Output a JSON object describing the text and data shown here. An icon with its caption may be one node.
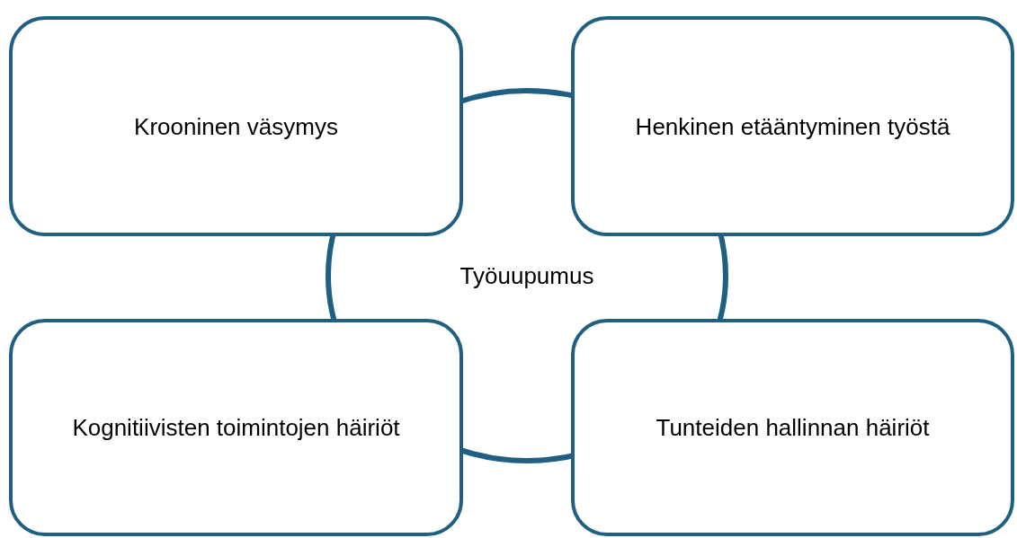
{
  "diagram": {
    "nodes": [
      {
        "text": [
          "Krooninen väsymys"
        ]
      },
      {
        "text": [
          "Henkinen etääntyminen työstä"
        ]
      },
      {
        "text": [
          "Työuupumus"
        ]
      },
      {
        "text": [
          "Kognitiivisten toimintojen häiriöt"
        ]
      },
      {
        "text": [
          "Tunteiden hallinnan häiriöt"
        ]
      }
    ],
    "edges": []
  }
}
